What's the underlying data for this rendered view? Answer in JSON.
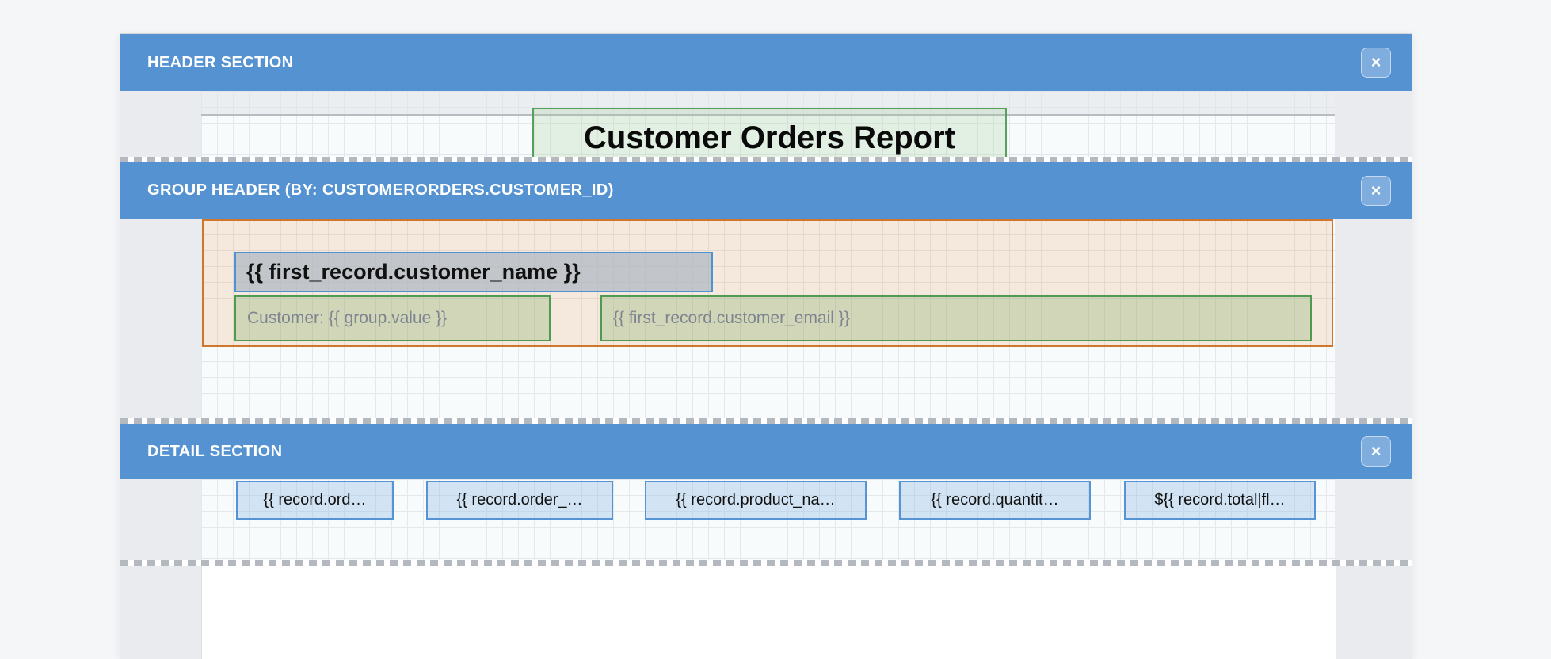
{
  "canvas": {
    "background": "#f5f6f8",
    "accent_bar_blue": "#5592d2",
    "group_band_orange": "#d0772e",
    "label_green": "#4f9a51",
    "field_blue": "#5694d3"
  },
  "sections": [
    {
      "title": "HEADER SECTION",
      "close_label": "×"
    },
    {
      "title": "GROUP HEADER (BY: CUSTOMERORDERS.CUSTOMER_ID)",
      "close_label": "×"
    },
    {
      "title": "DETAIL SECTION",
      "close_label": "×"
    }
  ],
  "header": {
    "report_title": "Customer Orders Report"
  },
  "group_header": {
    "customer_name_expr": "{{ first_record.customer_name }}",
    "customer_label_expr": "Customer: {{ group.value }}",
    "customer_email_expr": "{{ first_record.customer_email }}"
  },
  "detail": {
    "fields": [
      "{{ record.ord…",
      "{{ record.order_…",
      "{{ record.product_na…",
      "{{ record.quantit…",
      "${{ record.total|fl…"
    ]
  }
}
